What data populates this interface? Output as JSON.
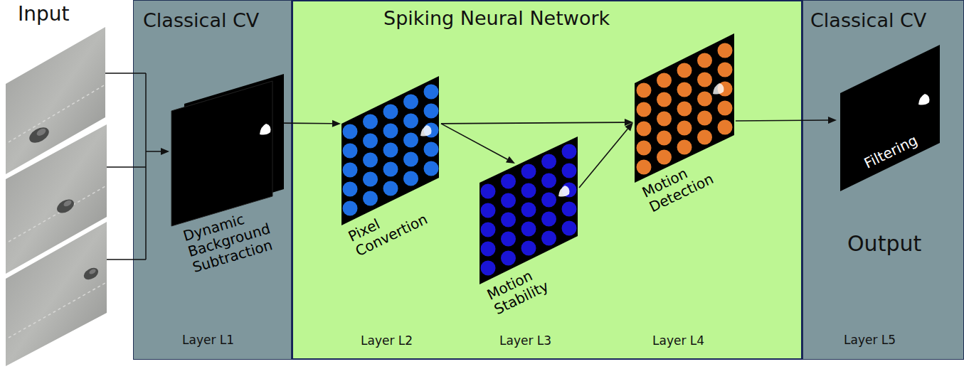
{
  "diagram": {
    "nodes": [
      {
        "text": [
          "Classical CV",
          "Layer L1"
        ]
      },
      {
        "text": [
          "Dynamic Background Subtraction"
        ],
        "in": 0
      },
      {
        "text": [
          "Spiking Neural Network",
          "Layer L2",
          "Layer L3",
          "Layer L4"
        ]
      },
      {
        "text": [
          "Pixel Convertion"
        ],
        "in": 2
      },
      {
        "text": [
          "Motion Stability"
        ],
        "in": 2
      },
      {
        "text": [
          "Motion Detection"
        ],
        "in": 2
      },
      {
        "text": [
          "Classical CV",
          "Layer L5",
          "Output"
        ]
      },
      {
        "text": [
          "Filtering"
        ],
        "in": 6
      }
    ],
    "edges": [
      {
        "from": 1,
        "to": 3,
        "arrow": "to"
      },
      {
        "from": 3,
        "to": 4,
        "arrow": "to"
      },
      {
        "from": 3,
        "to": 5,
        "arrow": "to"
      },
      {
        "from": 4,
        "to": 5,
        "arrow": "to"
      },
      {
        "from": 5,
        "to": 7,
        "arrow": "to"
      }
    ],
    "labels": [
      "Input"
    ]
  }
}
